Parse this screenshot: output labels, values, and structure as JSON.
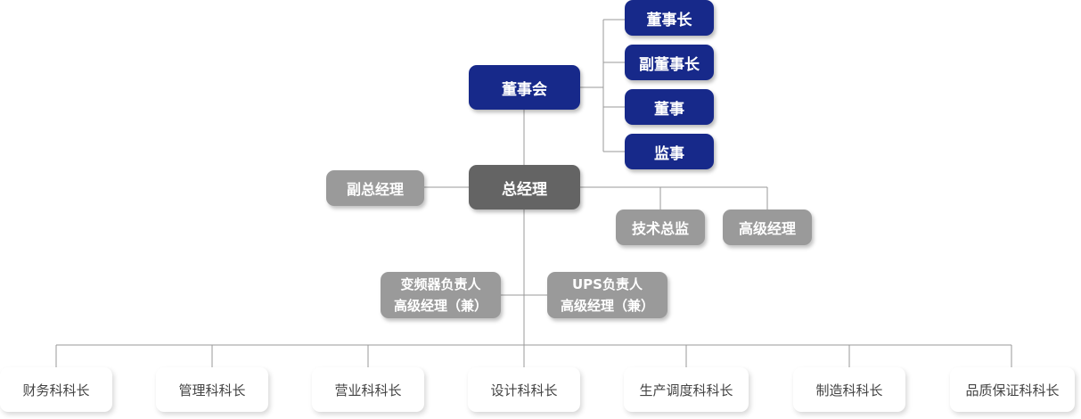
{
  "board": {
    "label": "董事会"
  },
  "board_members": [
    {
      "label": "董事长"
    },
    {
      "label": "副董事长"
    },
    {
      "label": "董事"
    },
    {
      "label": "监事"
    }
  ],
  "general_manager": {
    "label": "总经理"
  },
  "deputy_gm": {
    "label": "副总经理"
  },
  "technical_director": {
    "label": "技术总监"
  },
  "senior_manager": {
    "label": "高级经理"
  },
  "inverter_lead": {
    "line1": "变频器负责人",
    "line2": "高级经理（兼）"
  },
  "ups_lead": {
    "line1": "UPS负责人",
    "line2": "高级经理（兼）"
  },
  "sections": [
    {
      "label": "财务科科长"
    },
    {
      "label": "管理科科长"
    },
    {
      "label": "营业科科长"
    },
    {
      "label": "设计科科长"
    },
    {
      "label": "生产调度科科长"
    },
    {
      "label": "制造科科长"
    },
    {
      "label": "品质保证科科长"
    }
  ],
  "colors": {
    "board_blue": "#17298a",
    "gm_gray": "#646464",
    "support_gray": "#9a9a9a",
    "connector": "#9a9a9a"
  }
}
